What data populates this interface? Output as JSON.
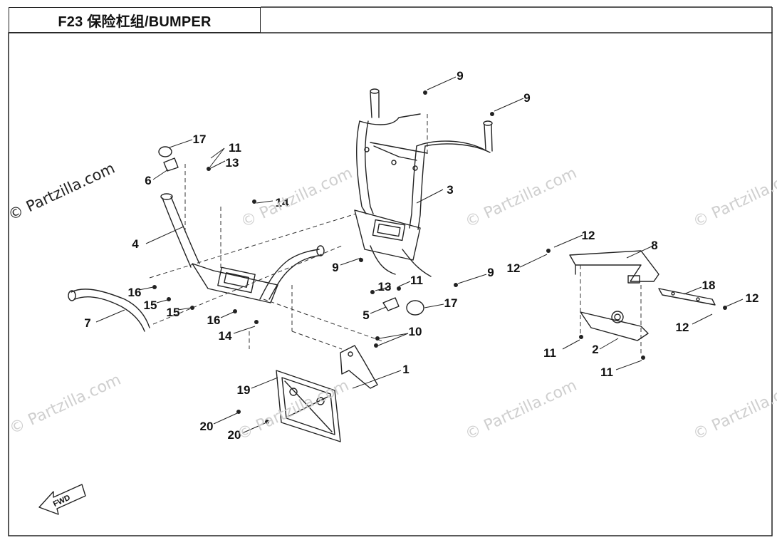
{
  "title": "F23 保险杠组/BUMPER",
  "watermark": "© Partzilla.com",
  "fwd_label": "FWD",
  "callouts": [
    {
      "id": "c1",
      "label": "1"
    },
    {
      "id": "c2",
      "label": "2"
    },
    {
      "id": "c3",
      "label": "3"
    },
    {
      "id": "c4",
      "label": "4"
    },
    {
      "id": "c5",
      "label": "5"
    },
    {
      "id": "c6",
      "label": "6"
    },
    {
      "id": "c7",
      "label": "7"
    },
    {
      "id": "c8",
      "label": "8"
    },
    {
      "id": "c9a",
      "label": "9"
    },
    {
      "id": "c9b",
      "label": "9"
    },
    {
      "id": "c9c",
      "label": "9"
    },
    {
      "id": "c9d",
      "label": "9"
    },
    {
      "id": "c10",
      "label": "10"
    },
    {
      "id": "c11a",
      "label": "11"
    },
    {
      "id": "c11b",
      "label": "11"
    },
    {
      "id": "c11c",
      "label": "11"
    },
    {
      "id": "c11d",
      "label": "11"
    },
    {
      "id": "c12a",
      "label": "12"
    },
    {
      "id": "c12b",
      "label": "12"
    },
    {
      "id": "c12c",
      "label": "12"
    },
    {
      "id": "c12d",
      "label": "12"
    },
    {
      "id": "c13a",
      "label": "13"
    },
    {
      "id": "c13b",
      "label": "13"
    },
    {
      "id": "c14a",
      "label": "14"
    },
    {
      "id": "c14b",
      "label": "14"
    },
    {
      "id": "c15a",
      "label": "15"
    },
    {
      "id": "c15b",
      "label": "15"
    },
    {
      "id": "c16a",
      "label": "16"
    },
    {
      "id": "c16b",
      "label": "16"
    },
    {
      "id": "c17a",
      "label": "17"
    },
    {
      "id": "c17b",
      "label": "17"
    },
    {
      "id": "c18",
      "label": "18"
    },
    {
      "id": "c19",
      "label": "19"
    },
    {
      "id": "c20a",
      "label": "20"
    },
    {
      "id": "c20b",
      "label": "20"
    }
  ]
}
